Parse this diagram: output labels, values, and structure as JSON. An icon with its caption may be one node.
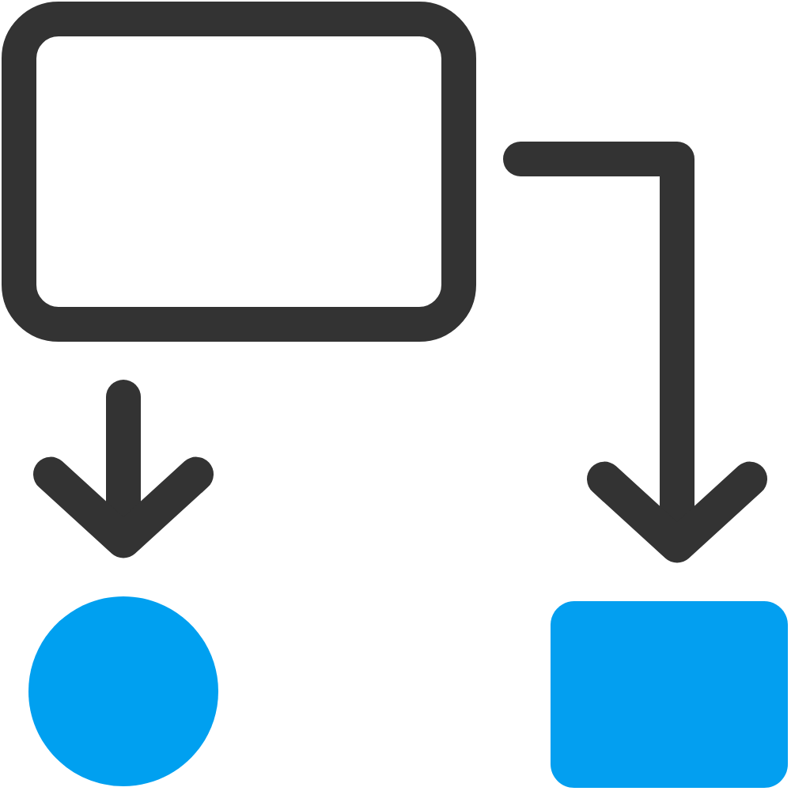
{
  "diagram": {
    "nodes": [
      {
        "text": [],
        "shape": "box"
      },
      {
        "text": [],
        "shape": "circle"
      },
      {
        "text": [],
        "shape": "box"
      }
    ],
    "edges": [
      {
        "from": 0,
        "to": 1,
        "arrow": "to"
      },
      {
        "from": 0,
        "to": 2,
        "arrow": "to"
      }
    ]
  }
}
